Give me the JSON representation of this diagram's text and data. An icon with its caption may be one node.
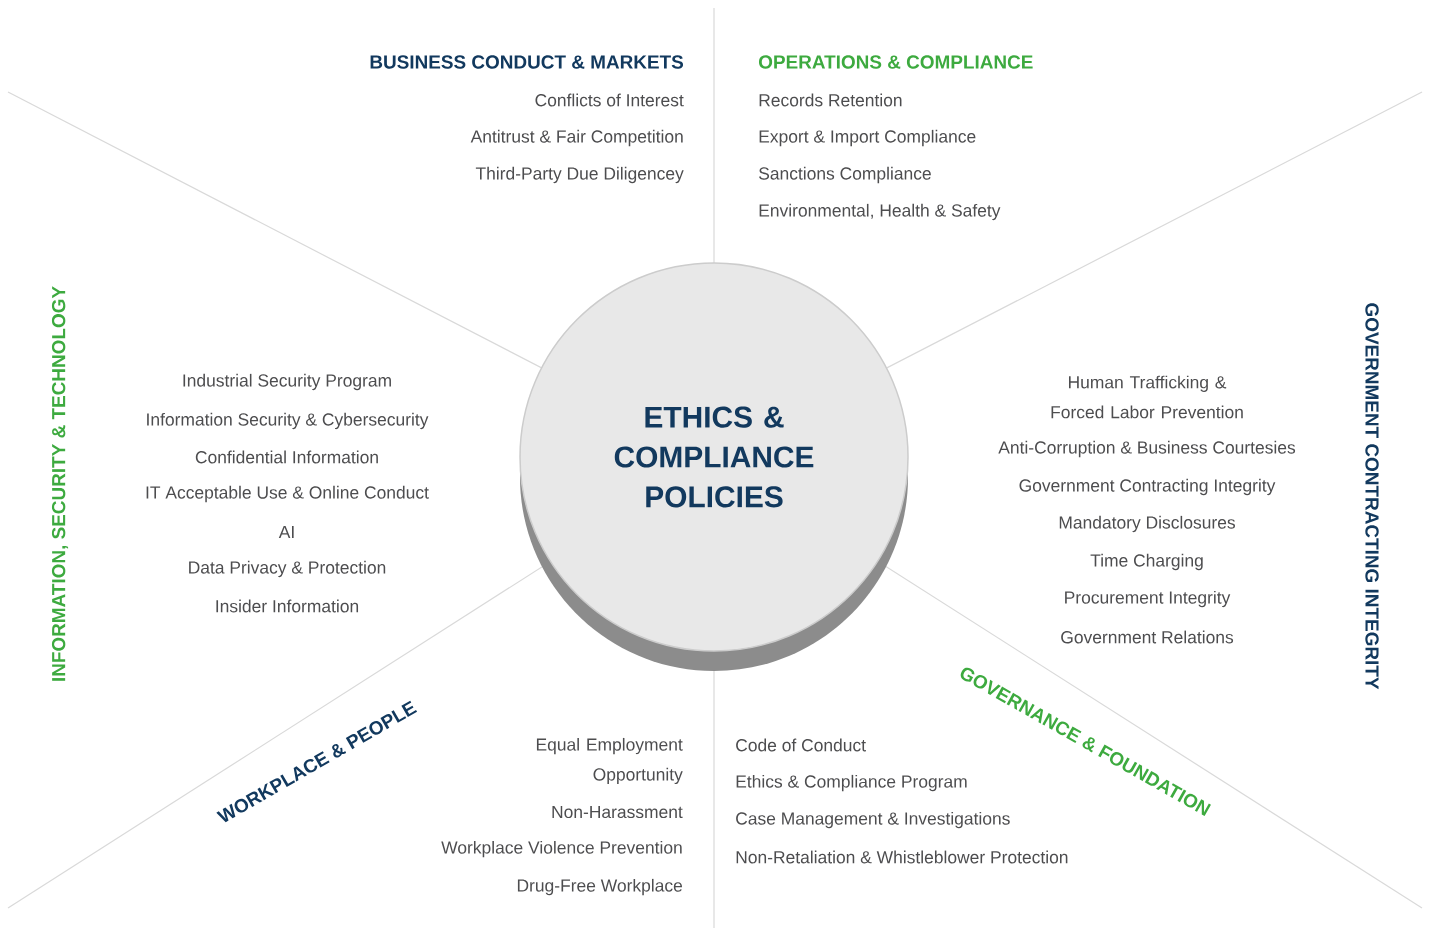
{
  "diagram": {
    "nodes": [
      {
        "text": [
          "ETHICS & COMPLIANCE POLICIES"
        ]
      }
    ],
    "labels": [
      "BUSINESS CONDUCT & MARKETS",
      "Conflicts of Interest",
      "Antitrust & Fair Competition",
      "Third-Party Due Diligencey",
      "OPERATIONS & COMPLIANCE",
      "Records Retention",
      "Export & Import Compliance",
      "Sanctions Compliance",
      "Environmental, Health & Safety",
      "INFORMATION, SECURITY & TECHNOLOGY",
      "Industrial Security Program",
      "Information Security & Cybersecurity",
      "Confidential Information",
      "IT Acceptable Use & Online Conduct",
      "AI",
      "Data Privacy & Protection",
      "Insider Information",
      "GOVERNMENT CONTRACTING INTEGRITY",
      "Human Trafficking & Forced Labor Prevention",
      "Anti-Corruption & Business Courtesies",
      "Government Contracting Integrity",
      "Mandatory Disclosures",
      "Time Charging",
      "Procurement Integrity",
      "Government Relations",
      "WORKPLACE & PEOPLE",
      "Equal Employment Opportunity",
      "Non-Harassment",
      "Workplace Violence Prevention",
      "Drug-Free Workplace",
      "GOVERNANCE & FOUNDATION",
      "Code of Conduct",
      "Ethics & Compliance Program",
      "Case Management & Investigations",
      "Non-Retaliation & Whistleblower Protection"
    ]
  }
}
